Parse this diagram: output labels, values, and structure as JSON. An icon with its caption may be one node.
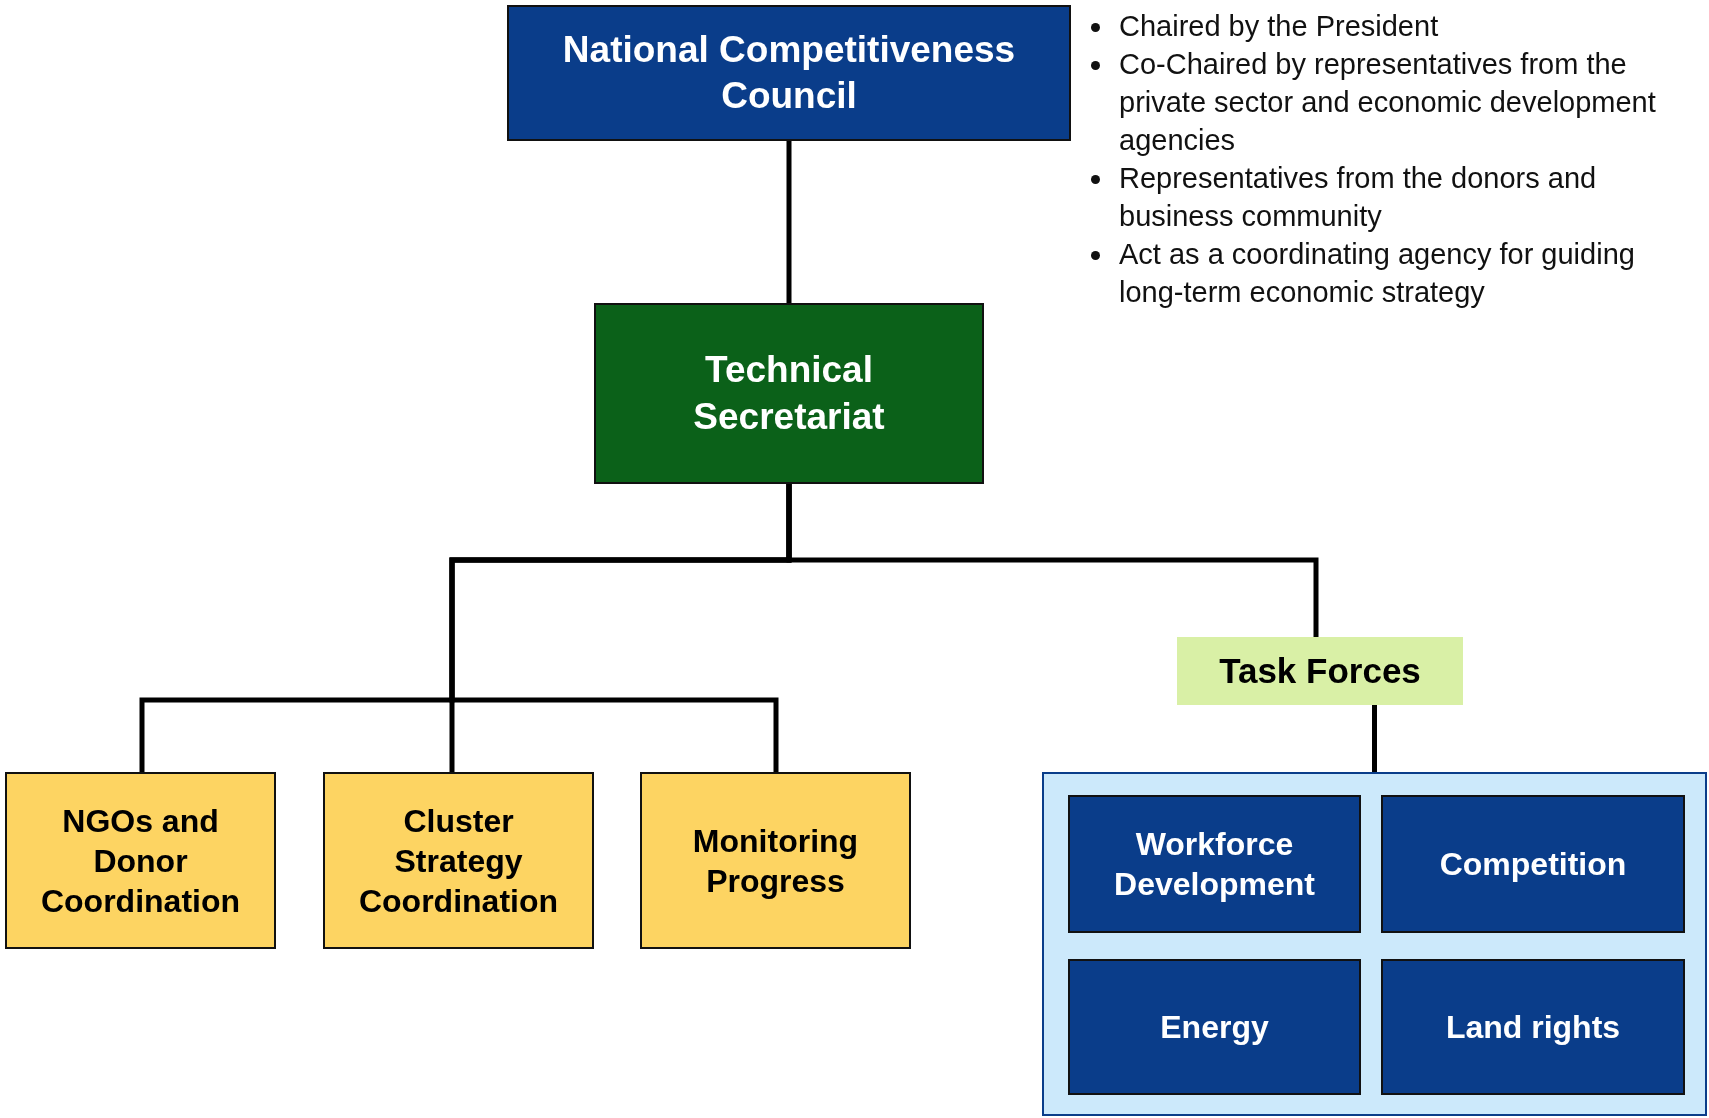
{
  "diagram": {
    "nodes": [
      {
        "text": [
          "National Competitiveness Council"
        ],
        "beside": [
          "Chaired by the President",
          "Co-Chaired by representatives from the private sector and economic development agencies",
          "Representatives from the donors and business community",
          "Act as a coordinating agency for guiding long-term economic strategy"
        ]
      },
      {
        "text": [
          "Technical Secretariat"
        ]
      },
      {
        "text": [
          "NGOs and Donor Coordination"
        ]
      },
      {
        "text": [
          "Cluster Strategy Coordination"
        ]
      },
      {
        "text": [
          "Monitoring Progress"
        ]
      },
      {
        "text": [
          "Task Forces"
        ]
      },
      {
        "text": [],
        "shape": "box"
      },
      {
        "text": [
          "Workforce Development"
        ],
        "in": 6
      },
      {
        "text": [
          "Competition"
        ],
        "in": 6
      },
      {
        "text": [
          "Energy"
        ],
        "in": 6
      },
      {
        "text": [
          "Land rights"
        ],
        "in": 6
      }
    ],
    "edges": [
      {
        "from": 0,
        "to": 1,
        "arrow": "none"
      },
      {
        "from": 1,
        "to": 2,
        "arrow": "none"
      },
      {
        "from": 1,
        "to": 3,
        "arrow": "none"
      },
      {
        "from": 1,
        "to": 4,
        "arrow": "none"
      },
      {
        "from": 1,
        "to": 5,
        "arrow": "none"
      },
      {
        "from": 5,
        "to": 6,
        "arrow": "none"
      }
    ]
  }
}
